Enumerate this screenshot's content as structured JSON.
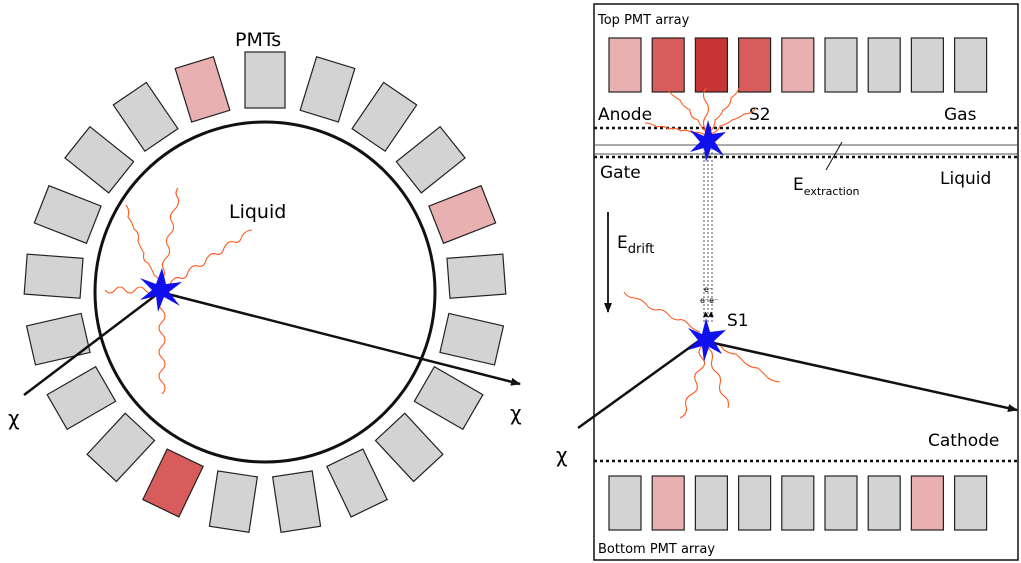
{
  "colors": {
    "pmt_off": "#d3d3d3",
    "pmt_low": "#e8b0b0",
    "pmt_mid": "#d85c5c",
    "pmt_high": "#c83434",
    "photon": "#ff5a1e",
    "interaction": "#1010ee",
    "outline": "#111111"
  },
  "left": {
    "pmts_label": "PMTs",
    "medium_label": "Liquid",
    "chi_in": "χ",
    "chi_out": "χ",
    "pmt_levels": [
      "off",
      "off",
      "off",
      "off",
      "low",
      "off",
      "off",
      "off",
      "off",
      "off",
      "off",
      "off",
      "mid",
      "off",
      "off",
      "off",
      "off",
      "off",
      "off",
      "off",
      "low"
    ]
  },
  "right": {
    "top_array_label": "Top PMT array",
    "bottom_array_label": "Bottom PMT array",
    "anode_label": "Anode",
    "gas_label": "Gas",
    "gate_label": "Gate",
    "liquid_label": "Liquid",
    "cathode_label": "Cathode",
    "s2_label": "S2",
    "s1_label": "S1",
    "e_drift_main": "E",
    "e_drift_sub": "drift",
    "e_extraction_main": "E",
    "e_extraction_sub": "extraction",
    "chi_in": "χ",
    "electrons": [
      "e⁻",
      "e⁻e⁻"
    ],
    "top_pmt_levels": [
      "low",
      "mid",
      "high",
      "mid",
      "low",
      "off",
      "off",
      "off",
      "off"
    ],
    "bottom_pmt_levels": [
      "off",
      "low",
      "off",
      "off",
      "off",
      "off",
      "off",
      "low",
      "off"
    ]
  }
}
